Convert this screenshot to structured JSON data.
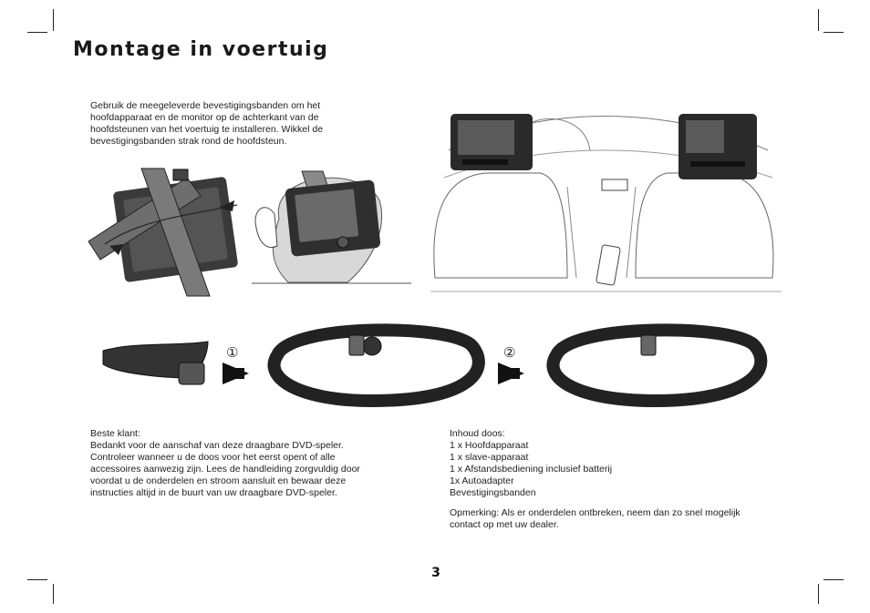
{
  "page": {
    "title": "Montage in voertuig",
    "page_number": "3"
  },
  "intro": {
    "lines": [
      "Gebruik de meegeleverde bevestigingsbanden om het",
      "hoofdapparaat en de monitor op de achterkant van de",
      "hoofdsteunen van het voertuig te installeren. Wikkel de",
      "bevestigingsbanden strak rond de hoofdsteun."
    ]
  },
  "steps": {
    "step1": "①",
    "step2": "②"
  },
  "greeting": {
    "lines": [
      "Beste klant:",
      "Bedankt voor de aanschaf van deze draagbare DVD-speler.",
      "Controleer wanneer u de doos voor het eerst opent of alle",
      "accessoires aanwezig zijn. Lees de handleiding zorgvuldig door",
      "voordat u de onderdelen en stroom aansluit en bewaar deze",
      "instructies altijd in de buurt van uw draagbare DVD-speler."
    ]
  },
  "box_contents": {
    "lines": [
      "Inhoud doos:",
      "1 x Hoofdapparaat",
      "1 x slave-apparaat",
      "1 x Afstandsbediening inclusief batterij",
      "1x Autoadapter",
      "Bevestigingsbanden"
    ]
  },
  "note": {
    "lines": [
      "Opmerking: Als er onderdelen ontbreken, neem dan zo snel mogelijk",
      "contact op met uw dealer."
    ]
  }
}
